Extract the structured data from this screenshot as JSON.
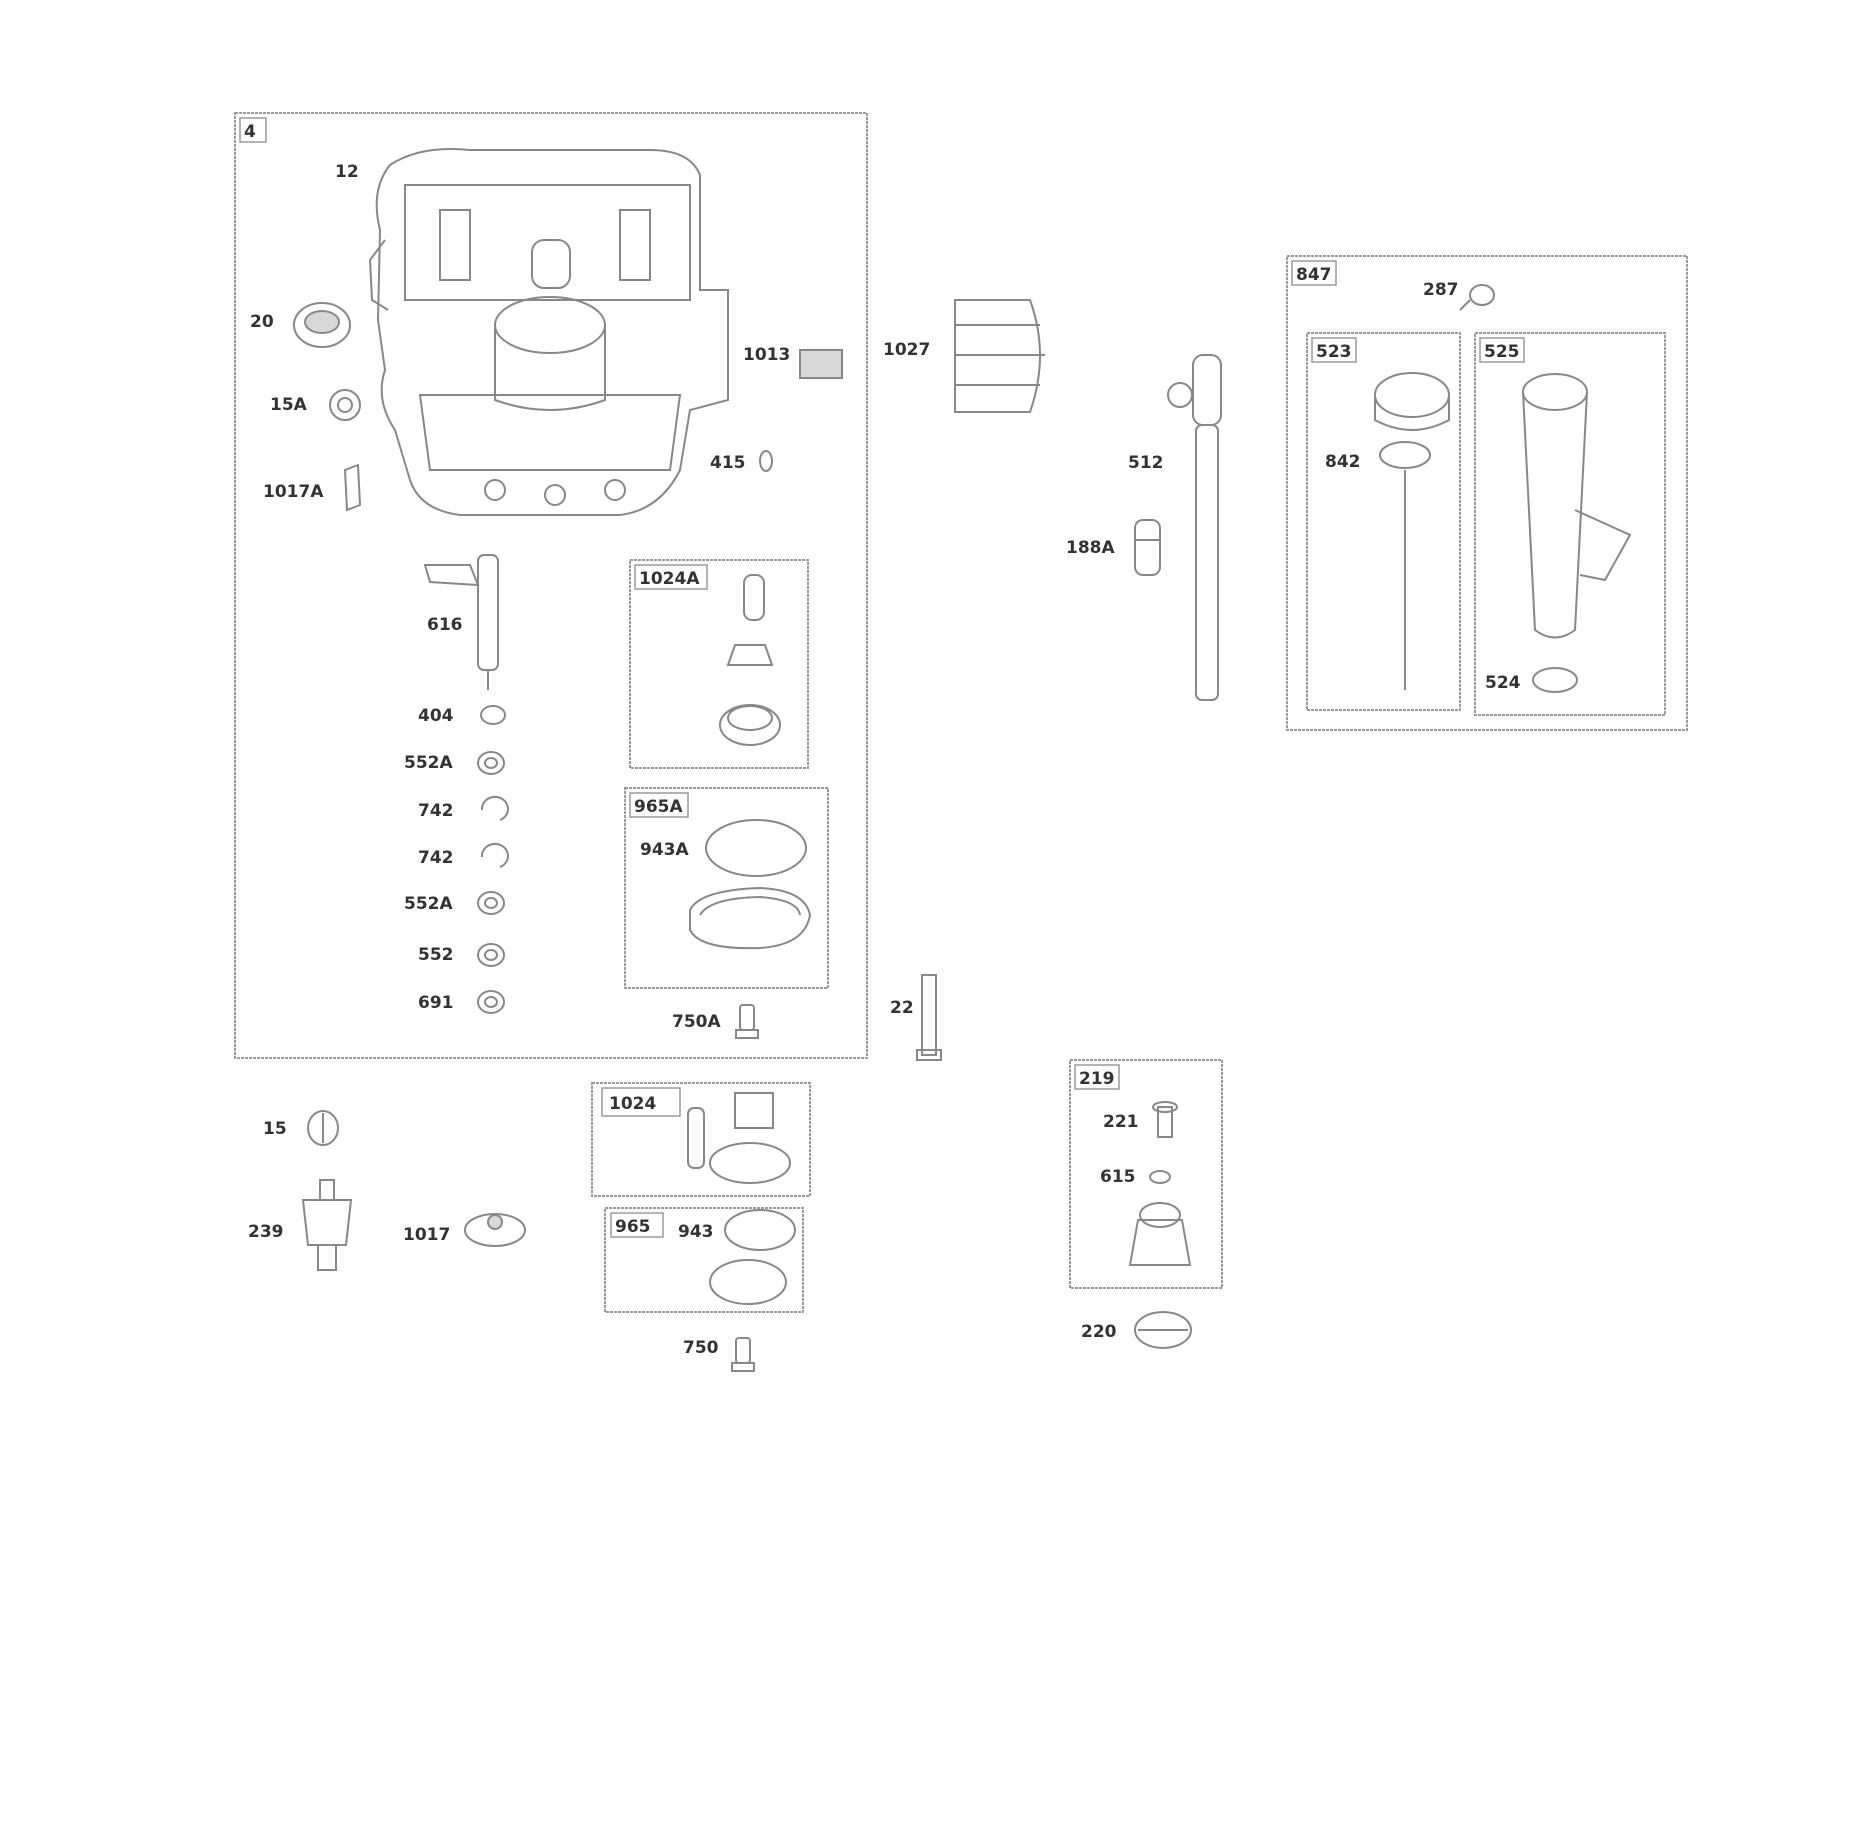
{
  "diagram": {
    "group_tags": {
      "g4": "4",
      "g847": "847",
      "g523": "523",
      "g525": "525",
      "g1024A": "1024A",
      "g965A": "965A",
      "g1024": "1024",
      "g965": "965",
      "g219": "219"
    },
    "part_labels": {
      "p12": "12",
      "p20": "20",
      "p15A": "15A",
      "p1017A": "1017A",
      "p1013": "1013",
      "p1027": "1027",
      "p415": "415",
      "p616": "616",
      "p404": "404",
      "p552A_1": "552A",
      "p742_1": "742",
      "p742_2": "742",
      "p552A_2": "552A",
      "p552": "552",
      "p691": "691",
      "p943A": "943A",
      "p750A": "750A",
      "p22": "22",
      "p15": "15",
      "p239": "239",
      "p1017": "1017",
      "p943": "943",
      "p750": "750",
      "p221": "221",
      "p615": "615",
      "p220": "220",
      "p512": "512",
      "p188A": "188A",
      "p287": "287",
      "p842": "842",
      "p524": "524"
    }
  }
}
